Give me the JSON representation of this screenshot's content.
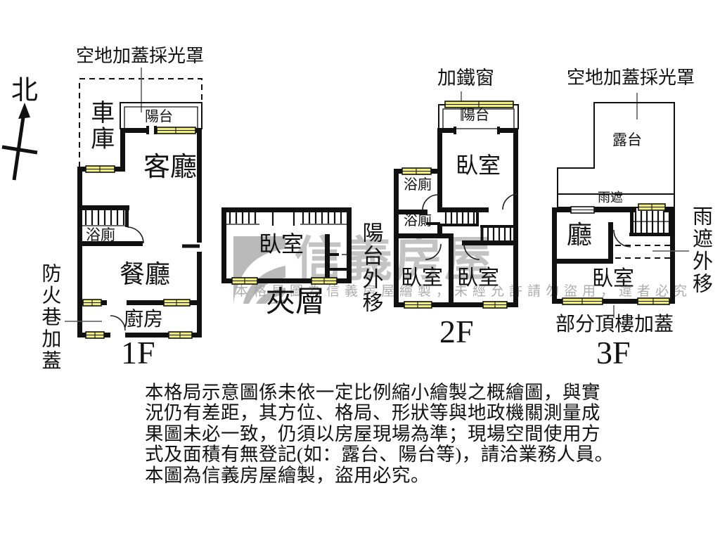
{
  "compass": {
    "north_label": "北"
  },
  "floor1": {
    "floor_label": "1F",
    "skylight_note": "空地加蓋採光罩",
    "garage": "車庫",
    "balcony": "陽台",
    "living_room": "客廳",
    "bathroom": "浴廁",
    "dining_room": "餐廳",
    "kitchen": "廚房",
    "fire_lane_note": "防火巷加蓋"
  },
  "mezzanine": {
    "floor_label": "夾層",
    "bedroom": "臥室",
    "balcony_note": "陽台外移"
  },
  "floor2": {
    "floor_label": "2F",
    "iron_window_note": "加鐵窗",
    "balcony": "陽台",
    "bedroom_main": "臥室",
    "bathroom_upper": "浴廁",
    "bathroom_lower": "浴廁",
    "bedroom_left": "臥室",
    "bedroom_right": "臥室"
  },
  "floor3": {
    "floor_label": "3F",
    "skylight_note": "空地加蓋採光罩",
    "terrace": "露台",
    "rain_shelter": "雨遮",
    "hall": "廳",
    "bedroom": "臥室",
    "rain_shelter_note": "雨遮外移",
    "rooftop_note": "部分頂樓加蓋"
  },
  "watermark": {
    "brand": "信義房屋",
    "notice": "本格局圖為信義房屋繪製，未經允許請勿盜用，違者必究"
  },
  "disclaimer": {
    "text": "本格局示意圖係未依一定比例縮小繪製之概繪圖，與實\n況仍有差距，其方位、格局、形狀等與地政機關測量成\n果圖未必一致，仍須以房屋現場為準；現場空間使用方\n式及面積有無登記(如：露台、陽台等)，請洽業務人員。\n本圖為信義房屋繪製，盜用必究。"
  },
  "colors": {
    "wall": "#111111",
    "window_fill": "#f0ee7c",
    "watermark_gray": "#9f9f9f"
  }
}
